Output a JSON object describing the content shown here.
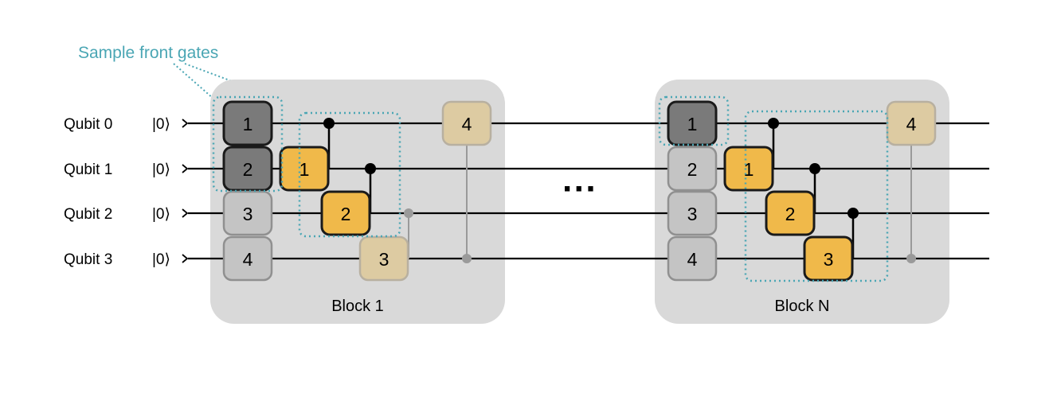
{
  "annotation": {
    "text": "Sample front gates",
    "color": "#4aa6b4"
  },
  "qubits": [
    {
      "label": "Qubit 0",
      "state": "|0⟩"
    },
    {
      "label": "Qubit 1",
      "state": "|0⟩"
    },
    {
      "label": "Qubit 2",
      "state": "|0⟩"
    },
    {
      "label": "Qubit 3",
      "state": "|0⟩"
    }
  ],
  "ellipsis": "···",
  "blocks": [
    {
      "label": "Block 1",
      "single_gates": [
        {
          "label": "1",
          "qubit": 0,
          "style": "selected"
        },
        {
          "label": "2",
          "qubit": 1,
          "style": "selected"
        },
        {
          "label": "3",
          "qubit": 2,
          "style": "inactive"
        },
        {
          "label": "4",
          "qubit": 3,
          "style": "inactive"
        }
      ],
      "two_qubit_gates": [
        {
          "label": "1",
          "control": 0,
          "target": 1,
          "style": "active"
        },
        {
          "label": "2",
          "control": 1,
          "target": 2,
          "style": "active"
        },
        {
          "label": "3",
          "control": 2,
          "target": 3,
          "style": "faded"
        },
        {
          "label": "4",
          "control": 3,
          "target": 0,
          "style": "faded"
        }
      ]
    },
    {
      "label": "Block N",
      "single_gates": [
        {
          "label": "1",
          "qubit": 0,
          "style": "selected"
        },
        {
          "label": "2",
          "qubit": 1,
          "style": "inactive"
        },
        {
          "label": "3",
          "qubit": 2,
          "style": "inactive"
        },
        {
          "label": "4",
          "qubit": 3,
          "style": "inactive"
        }
      ],
      "two_qubit_gates": [
        {
          "label": "1",
          "control": 0,
          "target": 1,
          "style": "active"
        },
        {
          "label": "2",
          "control": 1,
          "target": 2,
          "style": "active"
        },
        {
          "label": "3",
          "control": 2,
          "target": 3,
          "style": "active"
        },
        {
          "label": "4",
          "control": 3,
          "target": 0,
          "style": "faded"
        }
      ]
    }
  ],
  "colors": {
    "block_bg": "#d9d9d9",
    "gate_selected": "#7a7a7a",
    "gate_inactive": "#c4c4c4",
    "gate_active": "#f0b94a",
    "gate_faded": "#ddcba2",
    "wire": "#000000",
    "faded_connector": "#9a9a9a",
    "dotted_box": "#4aa6b4"
  }
}
